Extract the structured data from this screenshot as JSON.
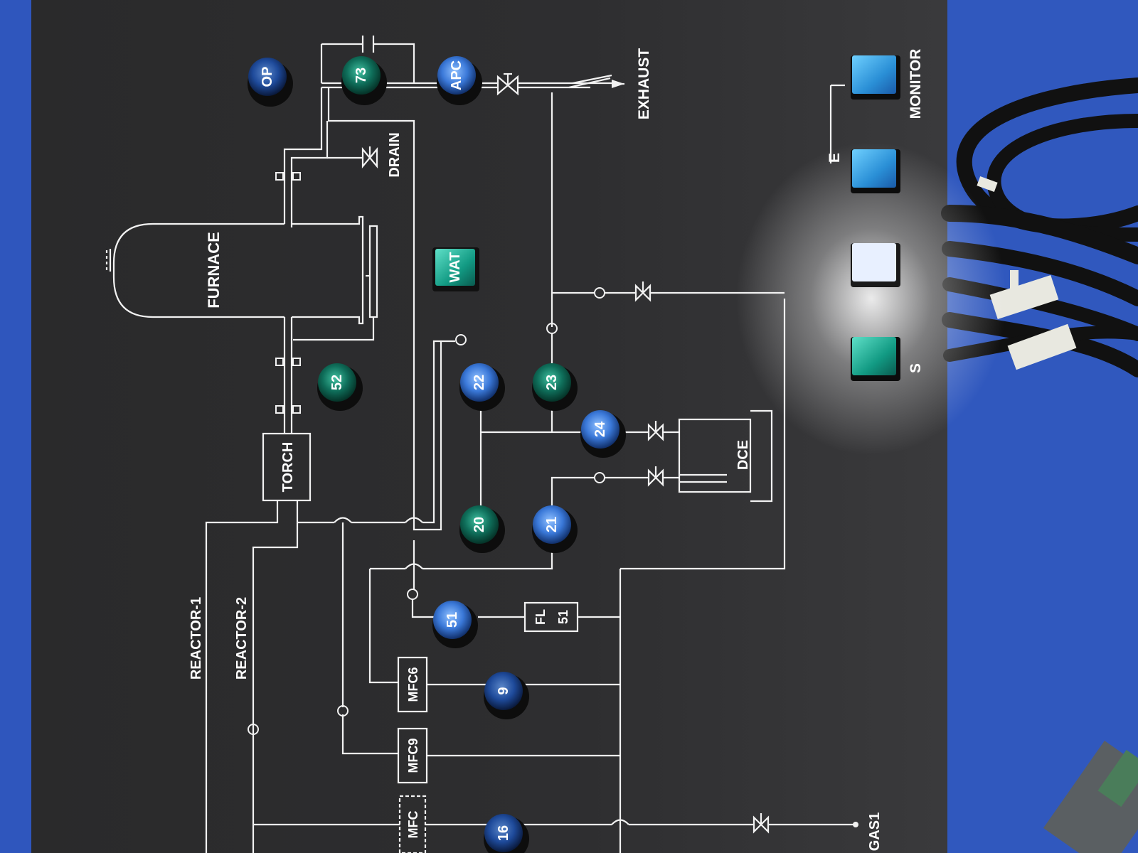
{
  "labels": {
    "furnace": "FURNACE",
    "torch": "TORCH",
    "drain": "DRAIN",
    "exhaust": "EXHAUST",
    "dce": "DCE",
    "reactor1": "REACTOR-1",
    "reactor2": "REACTOR-2",
    "mfc6": "MFC6",
    "mfc9": "MFC9",
    "mfc": "MFC",
    "fl": "FL",
    "fl_num": "51",
    "gas1": "GAS1",
    "monitor": "MONITOR",
    "side_partial_1": "E",
    "side_partial_2": "S"
  },
  "lamps": {
    "op": "OP",
    "l73": "73",
    "apc": "APC",
    "wat": "WAT",
    "l52": "52",
    "l22": "22",
    "l23": "23",
    "l24": "24",
    "l20": "20",
    "l21": "21",
    "l51": "51",
    "l9": "9",
    "l16": "16"
  },
  "colors": {
    "panel": "#2c2c2d",
    "background": "#2f55b8",
    "lamp_blue": "#3a78d8",
    "lamp_green": "#0f6e5a",
    "line": "#f2f2f2"
  }
}
